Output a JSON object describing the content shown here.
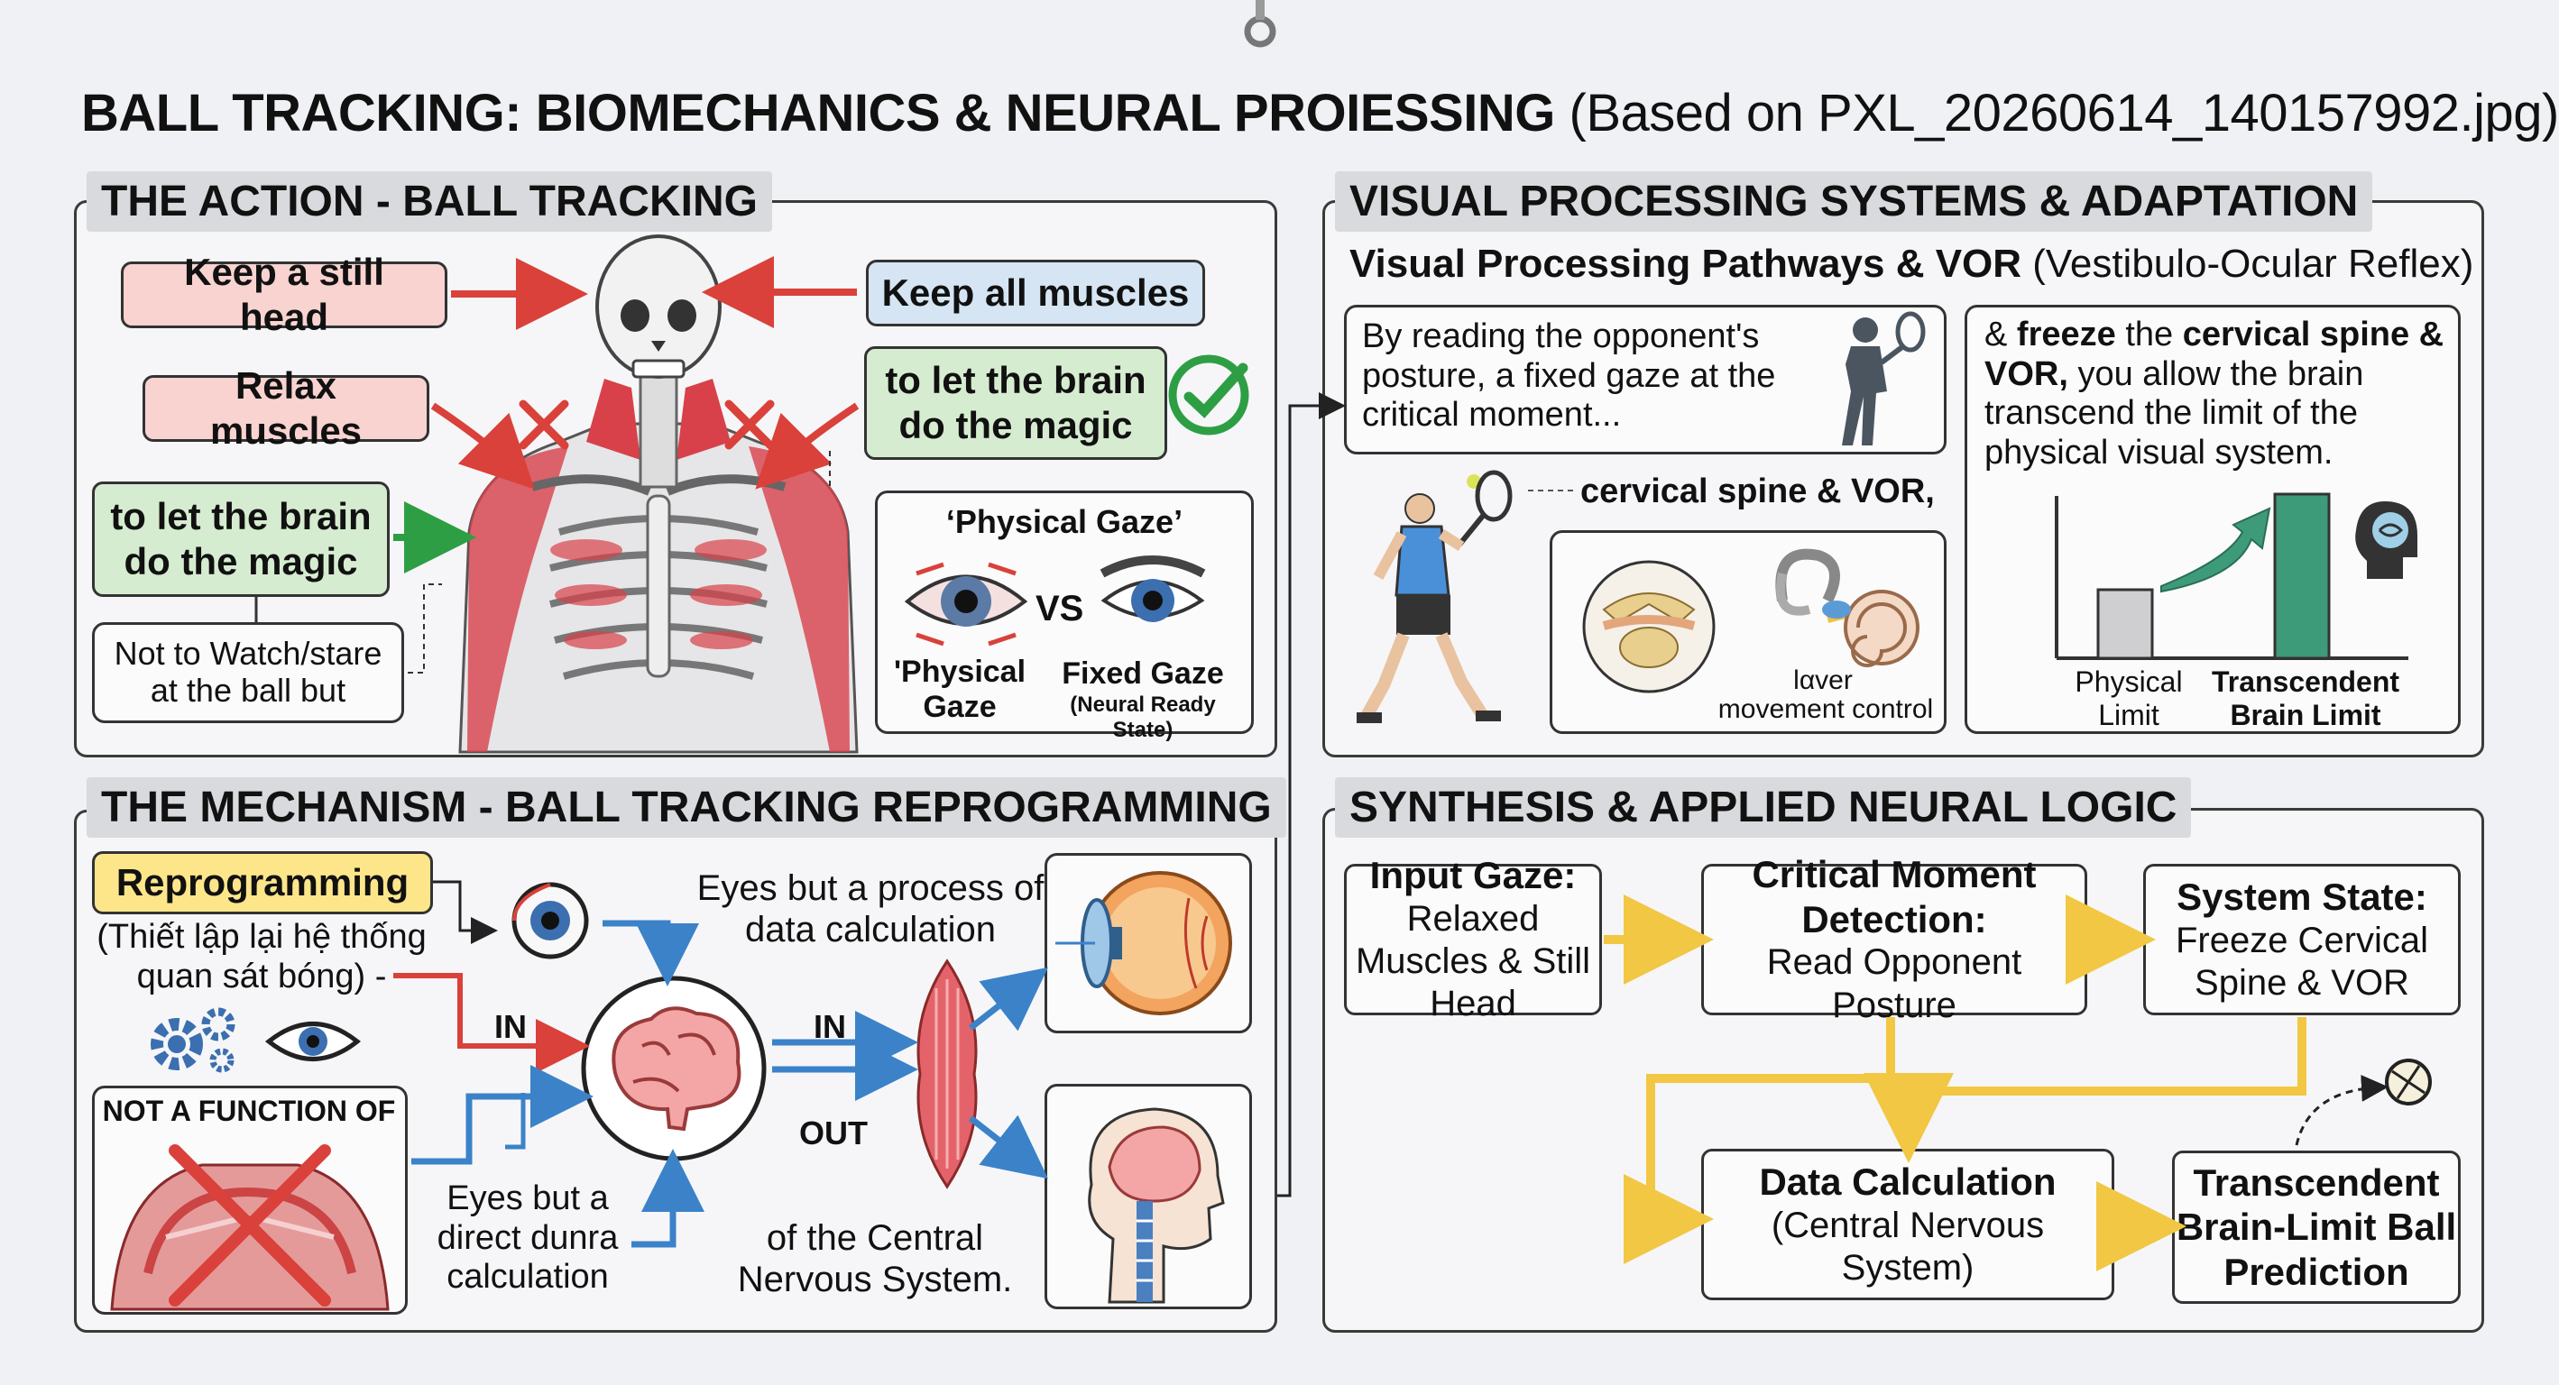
{
  "title": {
    "main": "BALL TRACKING: BIOMECHANICS & NEURAL PROIESSING",
    "sub": "(Based on PXL_20260614_140157992.jpg)"
  },
  "action": {
    "title": "THE ACTION - BALL TRACKING",
    "keep_still_head": "Keep a still head",
    "keep_all_muscles": "Keep all muscles",
    "relax_muscles": "Relax muscles",
    "let_brain_right": "to let the brain do the magic",
    "let_brain_left": "to let the brain do the magic",
    "not_to_watch": "Not to Watch/stare at the ball but",
    "gaze_title": "‘Physical Gaze’",
    "vs": "VS",
    "physical_gaze": "'Physical Gaze",
    "fixed_gaze": "Fixed Gaze",
    "neural_ready": "(Neural Ready State)"
  },
  "visual": {
    "title": "VISUAL PROCESSING SYSTEMS & ADAPTATION",
    "subtitle_bold": "Visual Processing Pathways & VOR",
    "subtitle_rest": "(Vestibulo-Ocular Reflex)",
    "reading": "By reading the opponent's posture, a fixed gaze at the critical moment...",
    "cervical": "cervical spine",
    "amp_vor": "& VOR,",
    "lever": "lαver",
    "movement_control": "movement control",
    "freeze_1": "&",
    "freeze_2": "freeze",
    "freeze_3": "the",
    "freeze_4": "cervical spine &",
    "freeze_5": "VOR,",
    "freeze_6": "you allow the brain transcend the limit of the physical visual system.",
    "bar_physical": "Physical Limit",
    "bar_transcend": "Transcendent Brain Limit"
  },
  "mechanism": {
    "title": "THE MECHANISM - BALL TRACKING REPROGRAMMING",
    "reprogramming": "Reprogramming",
    "vietnamese": "(Thiết lập lại hệ thống quan sát bóng) -",
    "not_function": "NOT A FUNCTION OF",
    "eyes_process": "Eyes but a process of data calculation",
    "in_left": "IN",
    "in_right": "IN",
    "out": "OUT",
    "eyes_direct": "Eyes but a direct dunra calculation",
    "central": "of the Central Nervous System."
  },
  "synthesis": {
    "title": "SYNTHESIS & APPLIED NEURAL LOGIC",
    "input_title": "Input Gaze:",
    "input_body": "Relaxed Muscles & Still Head",
    "critical_title": "Critical Moment Detection:",
    "critical_body": "Read Opponent Posture",
    "system_title": "System State:",
    "system_body": "Freeze Cervical Spine & VOR",
    "data_title": "Data Calculation",
    "data_body": "(Central Nervous System)",
    "transcend": "Transcendent Brain-Limit Ball Prediction"
  },
  "colors": {
    "red_tag": "#f8d3d0",
    "blue_tag": "#d5e5f4",
    "green_tag": "#d6ecd0",
    "yellow_tag": "#fde68a",
    "arrow_red": "#d9413a",
    "arrow_blue": "#3b82c9",
    "arrow_yellow": "#f2c744",
    "muscle": "#d8414a",
    "check": "#2e9e45",
    "bar_green": "#3e9b7a"
  }
}
